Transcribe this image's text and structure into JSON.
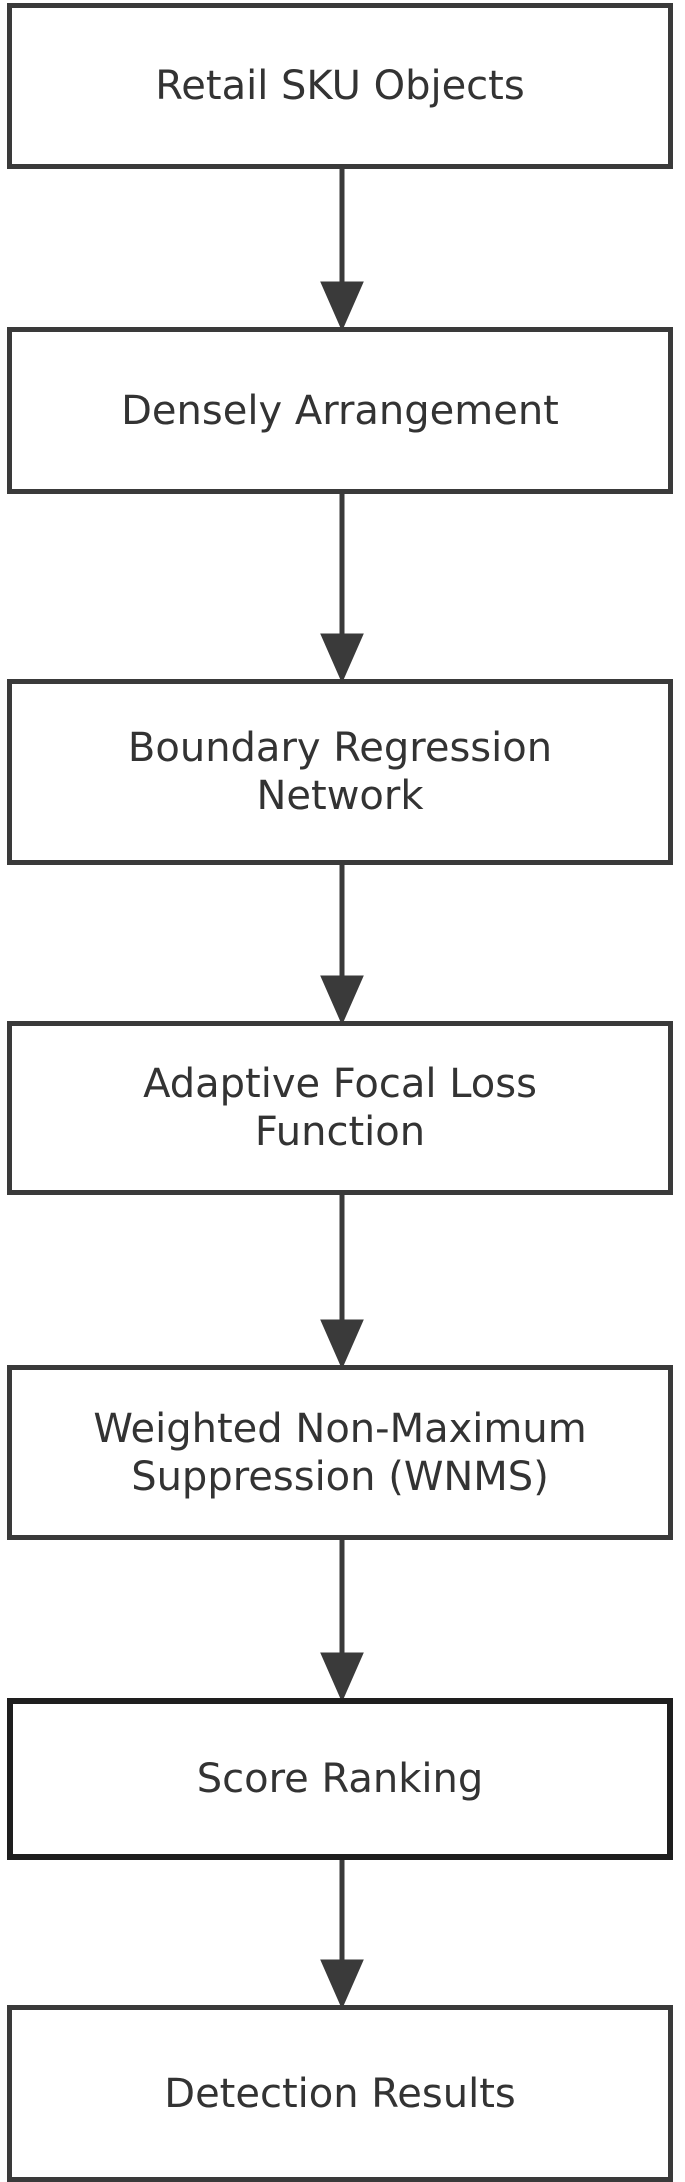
{
  "diagram": {
    "nodes": [
      {
        "id": "n1",
        "label": "Retail SKU Objects"
      },
      {
        "id": "n2",
        "label": "Densely Arrangement"
      },
      {
        "id": "n3",
        "label": "Boundary Regression\nNetwork"
      },
      {
        "id": "n4",
        "label": "Adaptive Focal Loss\nFunction"
      },
      {
        "id": "n5",
        "label": "Weighted Non-Maximum\nSuppression (WNMS)"
      },
      {
        "id": "n6",
        "label": "Score Ranking"
      },
      {
        "id": "n7",
        "label": "Detection Results"
      }
    ],
    "edges": [
      {
        "from": "n1",
        "to": "n2"
      },
      {
        "from": "n2",
        "to": "n3"
      },
      {
        "from": "n3",
        "to": "n4"
      },
      {
        "from": "n4",
        "to": "n5"
      },
      {
        "from": "n5",
        "to": "n6"
      },
      {
        "from": "n6",
        "to": "n7"
      }
    ],
    "colors": {
      "border": "#3a3a3a",
      "arrow": "#3a3a3a",
      "text": "#333333",
      "background": "#ffffff"
    }
  }
}
